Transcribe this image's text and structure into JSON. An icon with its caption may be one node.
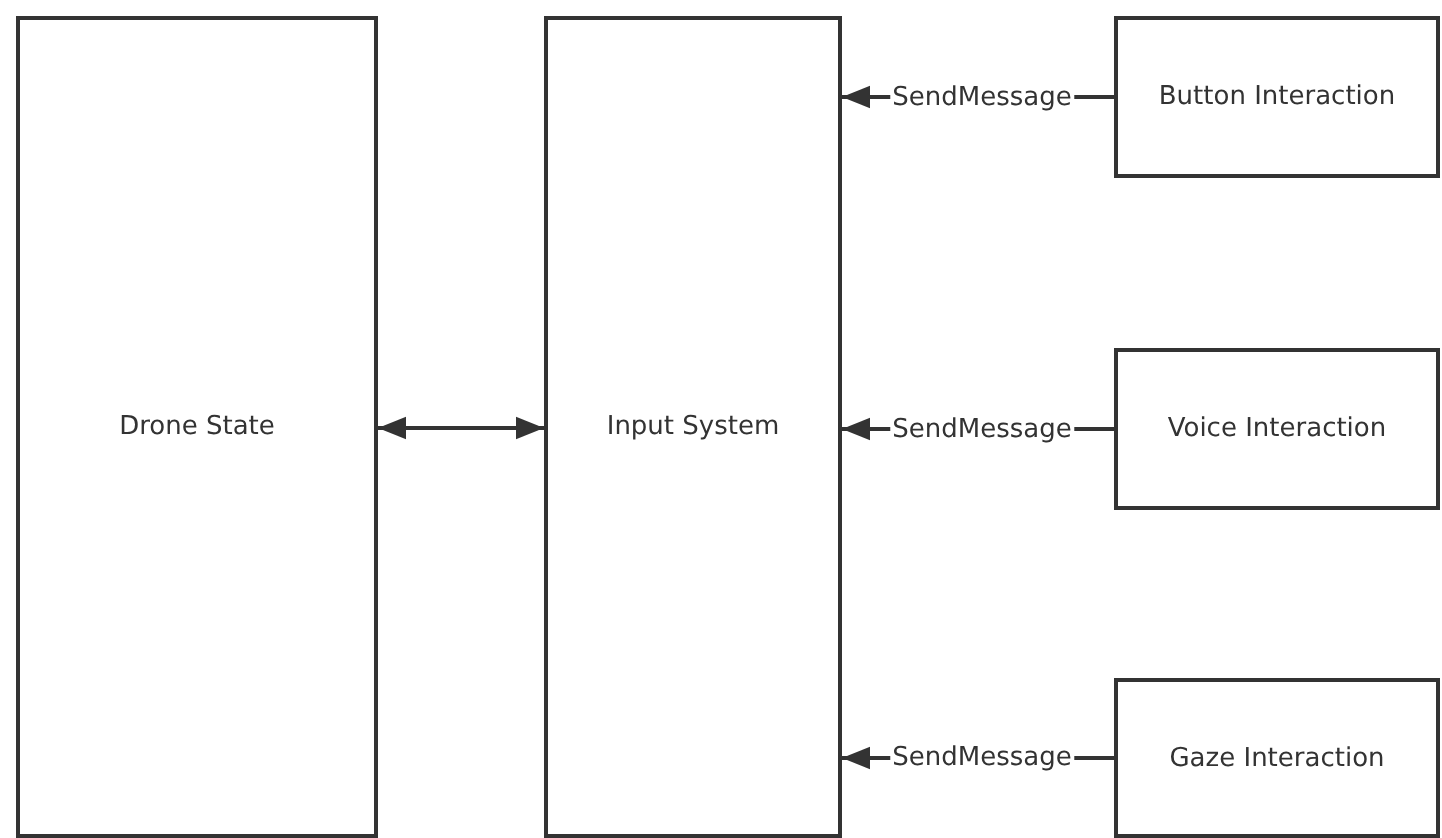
{
  "diagram": {
    "nodes": [
      {
        "text": [
          "Drone State"
        ]
      },
      {
        "text": [
          "Input System"
        ]
      },
      {
        "text": [
          "Button Interaction"
        ]
      },
      {
        "text": [
          "Voice Interaction"
        ]
      },
      {
        "text": [
          "Gaze Interaction"
        ]
      }
    ],
    "edges": [
      {
        "from": 0,
        "to": 1,
        "arrow": "both"
      },
      {
        "from": 2,
        "to": 1,
        "arrow": "to",
        "label": "SendMessage"
      },
      {
        "from": 3,
        "to": 1,
        "arrow": "to",
        "label": "SendMessage"
      },
      {
        "from": 4,
        "to": 1,
        "arrow": "to",
        "label": "SendMessage"
      }
    ]
  }
}
